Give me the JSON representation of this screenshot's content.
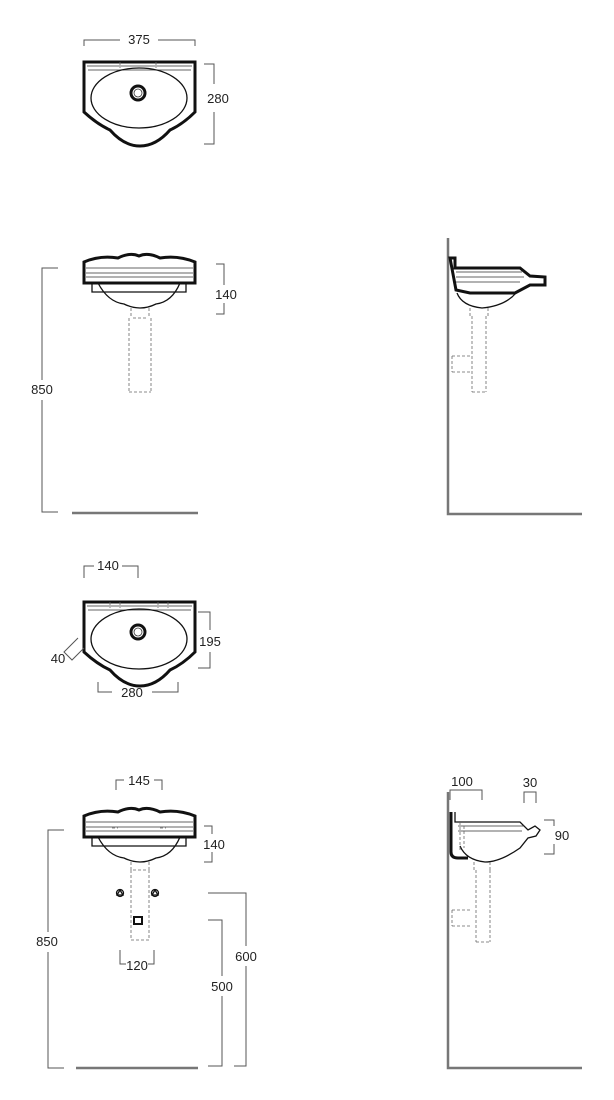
{
  "diagram": {
    "top_view_1": {
      "width": "375",
      "depth": "280"
    },
    "front_view_1": {
      "basin_height": "140",
      "rim_height": "850"
    },
    "top_view_2": {
      "tap_offset": "140",
      "side": "195",
      "angle": "40",
      "bottom": "280"
    },
    "front_view_2": {
      "tap_spacing": "145",
      "basin_height": "140",
      "rim_height": "850",
      "waste_spacing": "120",
      "waste_height": "500",
      "supply_height": "600"
    },
    "side_view_2": {
      "projection": "100",
      "lip": "30",
      "lip_height": "90"
    }
  }
}
